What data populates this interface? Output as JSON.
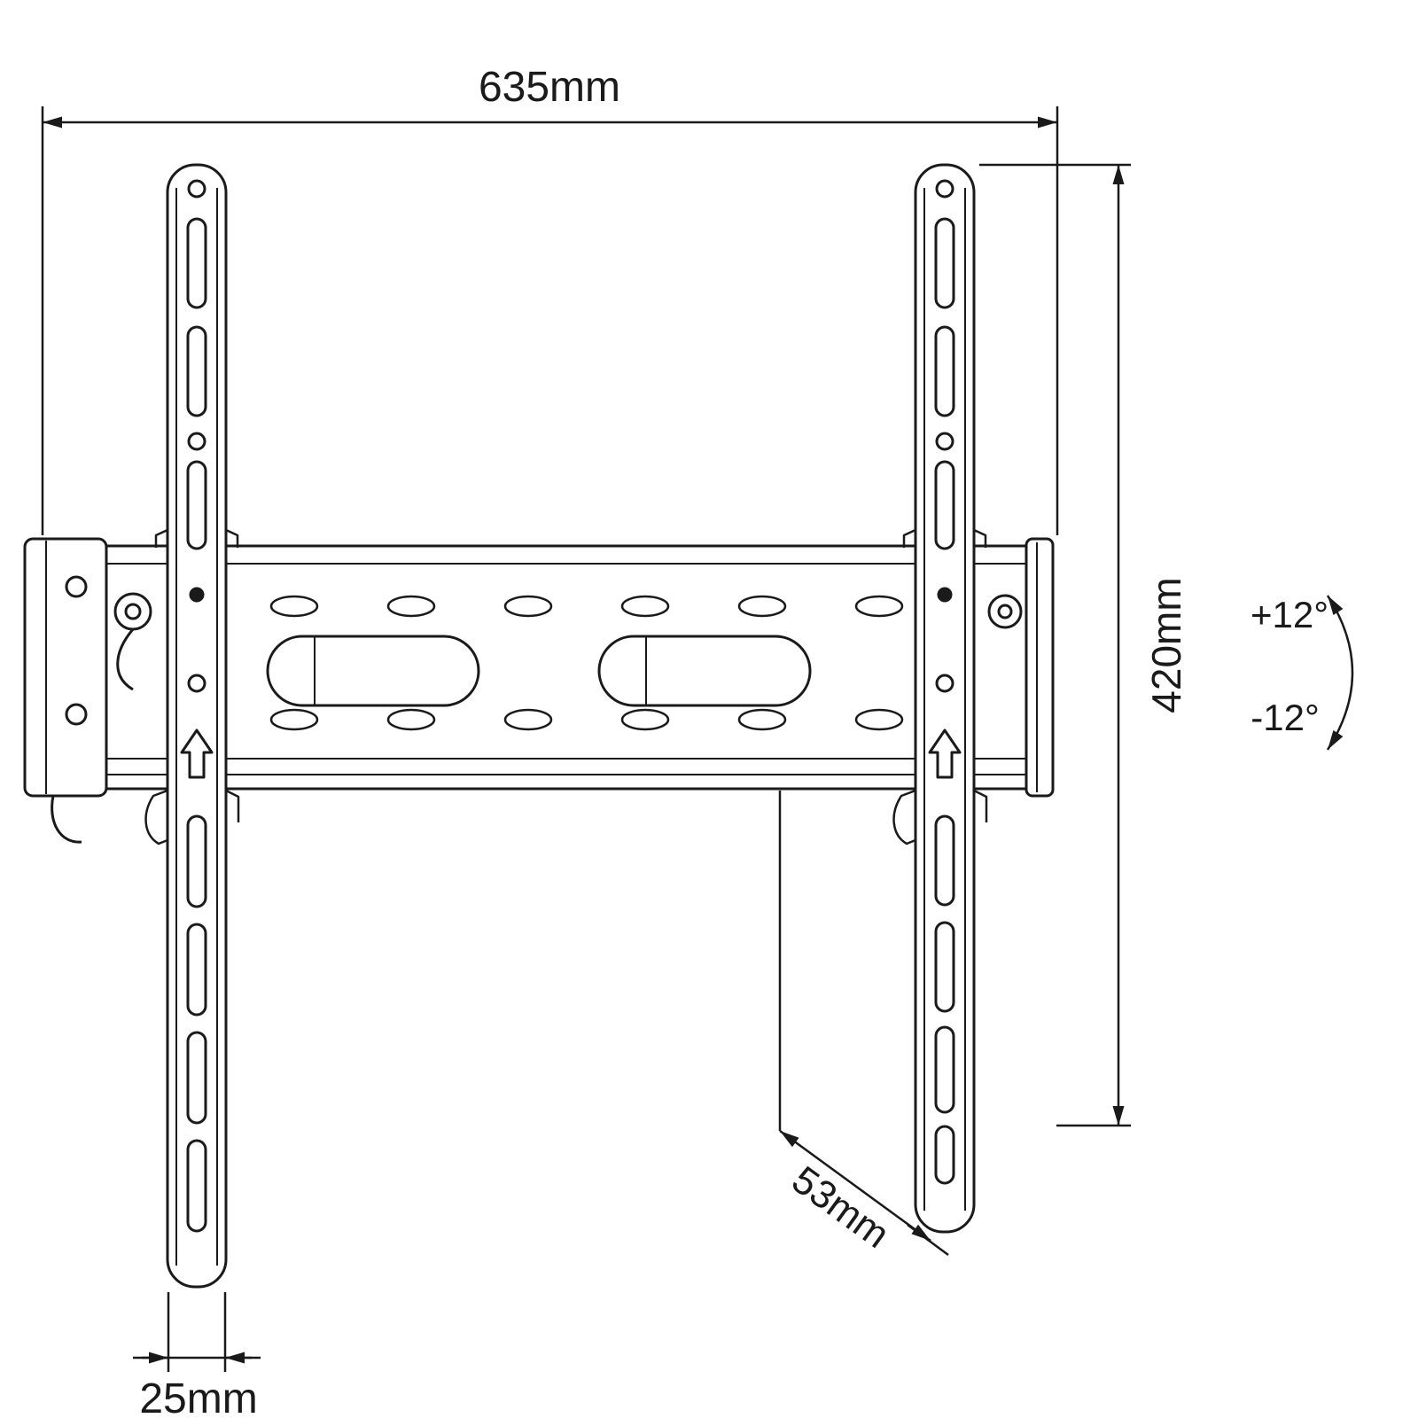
{
  "diagram": {
    "labels": {
      "width": "635mm",
      "height": "420mm",
      "rail_width": "25mm",
      "depth": "53mm",
      "tilt_up": "+12°",
      "tilt_down": "-12°"
    },
    "colors": {
      "line": "#1a1a1a",
      "background": "#ffffff"
    }
  }
}
